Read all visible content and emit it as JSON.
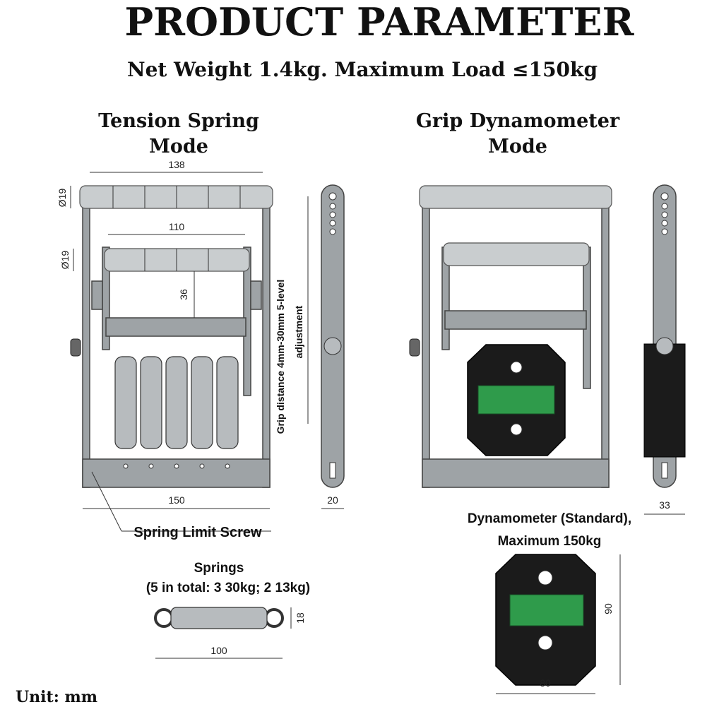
{
  "header": {
    "title": "PRODUCT PARAMETER",
    "subtitle": "Net Weight 1.4kg. Maximum Load ≤150kg"
  },
  "modes": {
    "tension": {
      "line1": "Tension Spring",
      "line2": "Mode"
    },
    "grip": {
      "line1": "Grip Dynamometer",
      "line2": "Mode"
    }
  },
  "dimensions": {
    "top_width": "138",
    "inner_width": "110",
    "roller_top_dia": "Ø19",
    "roller_mid_dia": "Ø19",
    "grip_gap": "36",
    "base_width": "150",
    "side_width": "20",
    "side_width_dyn": "33",
    "spring_length": "100",
    "spring_height": "18",
    "dyn_width": "80",
    "dyn_height": "90"
  },
  "labels": {
    "grip_distance_1": "Grip distance 4mm-30mm 5-level",
    "grip_distance_2": "adjustment",
    "spring_limit_screw": "Spring Limit Screw",
    "springs_title": "Springs",
    "springs_detail": "(5 in total: 3 30kg; 2 13kg)",
    "dynamometer_1": "Dynamometer (Standard),",
    "dynamometer_2": "Maximum 150kg",
    "unit": "Unit: mm"
  }
}
